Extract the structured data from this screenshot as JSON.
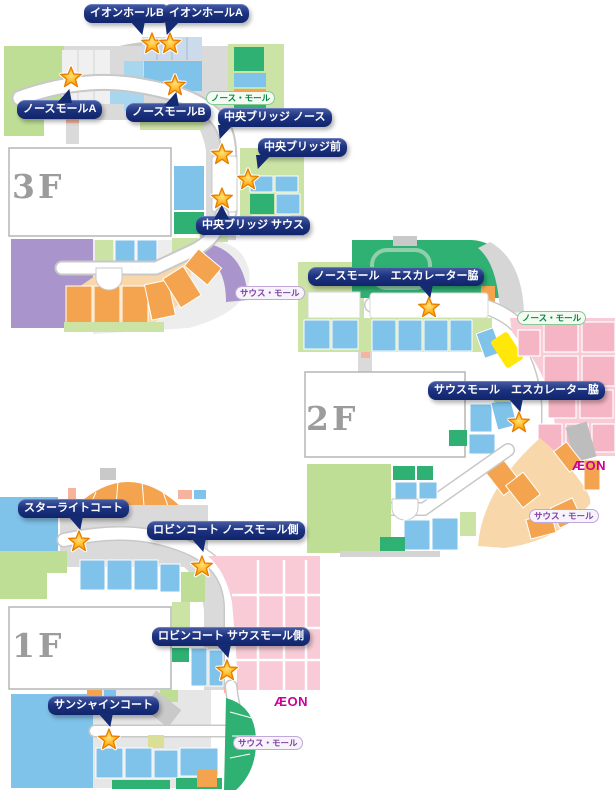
{
  "map": {
    "floors": [
      {
        "marker": "3F",
        "labels": [
          {
            "name": "ion-hall-b",
            "text": "イオンホールB"
          },
          {
            "name": "ion-hall-a",
            "text": "イオンホールA"
          },
          {
            "name": "north-mall-a",
            "text": "ノースモールA"
          },
          {
            "name": "north-mall-b",
            "text": "ノースモールB"
          },
          {
            "name": "chuo-bridge-north",
            "text": "中央ブリッジ ノース"
          },
          {
            "name": "chuo-bridge-mae",
            "text": "中央ブリッジ前"
          },
          {
            "name": "chuo-bridge-south",
            "text": "中央ブリッジ サウス"
          }
        ],
        "area_badges": [
          {
            "name": "north-mall",
            "text": "ノース・モール",
            "style": "north"
          },
          {
            "name": "south-mall",
            "text": "サウス・モール",
            "style": "south"
          }
        ]
      },
      {
        "marker": "2F",
        "labels": [
          {
            "name": "north-mall-escalator",
            "text": "ノースモール　エスカレーター脇"
          },
          {
            "name": "south-mall-escalator",
            "text": "サウスモール　エスカレーター脇"
          }
        ],
        "area_badges": [
          {
            "name": "north-mall",
            "text": "ノース・モール",
            "style": "north"
          },
          {
            "name": "south-mall",
            "text": "サウス・モール",
            "style": "south"
          }
        ],
        "store_logo": "ÆON"
      },
      {
        "marker": "1F",
        "labels": [
          {
            "name": "starlight-court",
            "text": "スターライトコート"
          },
          {
            "name": "robin-court-north-mall",
            "text": "ロビンコート ノースモール側"
          },
          {
            "name": "robin-court-south-mall",
            "text": "ロビンコート サウスモール側"
          },
          {
            "name": "sunshine-court",
            "text": "サンシャインコート"
          }
        ],
        "area_badges": [
          {
            "name": "south-mall",
            "text": "サウス・モール",
            "style": "south"
          }
        ],
        "store_logo": "ÆON"
      }
    ],
    "colors": {
      "callout_bg": "#16307d",
      "callout_text": "#ffffff",
      "star_fill": "#ffb41e",
      "star_border": "#e87f00",
      "north_badge_text": "#00893d",
      "south_badge_text": "#7d3fa5",
      "aeon_logo": "#cc0099",
      "floor_marker": "#9c9c9c"
    }
  }
}
